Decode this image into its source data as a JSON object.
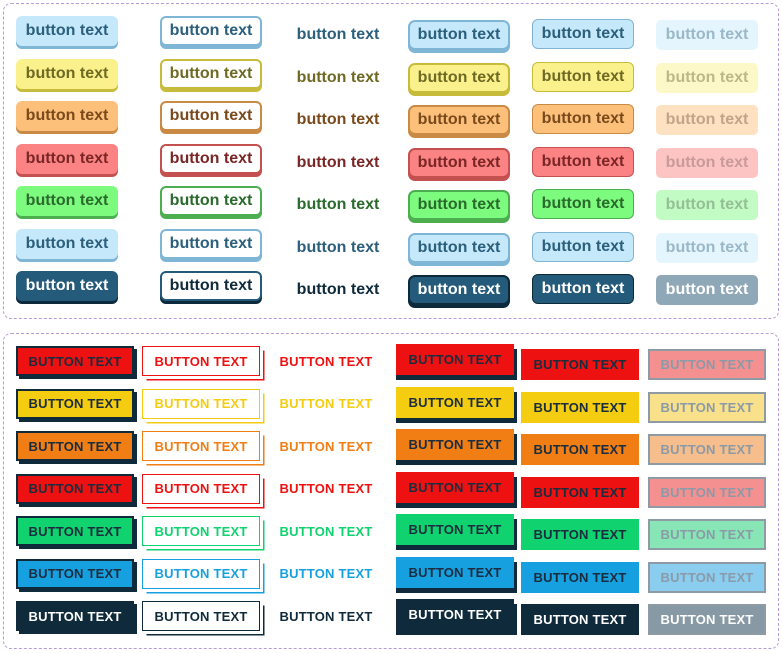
{
  "soft_label": "button text",
  "bold_label": "BUTTON TEXT",
  "soft_themes": [
    {
      "name": "light-blue",
      "fill": "#c6e8fb",
      "light": "#e5f5fd",
      "shadow": "#7fb6d6",
      "text": "#2b5f7c",
      "textlight": "#9ab8c8"
    },
    {
      "name": "yellow",
      "fill": "#fbf18c",
      "light": "#fdf8c8",
      "shadow": "#c7bb3c",
      "text": "#6e6a24",
      "textlight": "#bdb887"
    },
    {
      "name": "orange",
      "fill": "#fdc07a",
      "light": "#fde1c1",
      "shadow": "#c98a45",
      "text": "#7a4a1c",
      "textlight": "#c2a48a"
    },
    {
      "name": "red",
      "fill": "#fb8383",
      "light": "#fdc4c4",
      "shadow": "#c45050",
      "text": "#7a2626",
      "textlight": "#c99a9a"
    },
    {
      "name": "green",
      "fill": "#7cfb7e",
      "light": "#c3fbc4",
      "shadow": "#4cae4e",
      "text": "#2a6a2c",
      "textlight": "#94bf95"
    },
    {
      "name": "light-blue-2",
      "fill": "#c6e8fb",
      "light": "#e5f5fd",
      "shadow": "#7fb6d6",
      "text": "#2b5f7c",
      "textlight": "#9ab8c8"
    },
    {
      "name": "navy",
      "fill": "#245a7a",
      "light": "#8fa8b8",
      "shadow": "#0c2a3c",
      "text": "#ffffff",
      "textlight": "#ffffff",
      "textdark": "#0f2a3a"
    }
  ],
  "bold_themes": [
    {
      "name": "red",
      "fill": "#ee1111",
      "light": "#f59090",
      "text": "#1a2d3e"
    },
    {
      "name": "yellow",
      "fill": "#f4cc10",
      "light": "#f9e08a",
      "text": "#1a2d3e"
    },
    {
      "name": "orange",
      "fill": "#f07e15",
      "light": "#f5be8c",
      "text": "#1a2d3e"
    },
    {
      "name": "red-2",
      "fill": "#ee1111",
      "light": "#f59090",
      "text": "#1a2d3e"
    },
    {
      "name": "green",
      "fill": "#10d26e",
      "light": "#88e6b6",
      "text": "#1a2d3e"
    },
    {
      "name": "blue",
      "fill": "#17a0e0",
      "light": "#8bcdef",
      "text": "#1a2d3e"
    },
    {
      "name": "navy",
      "fill": "#0f2a3a",
      "light": "#8799a4",
      "text": "#ffffff"
    }
  ],
  "soft_styles": [
    "filled-raised",
    "outlined-raised",
    "text-only",
    "filled-bordered",
    "filled-thin-border",
    "faded"
  ],
  "bold_styles": [
    "filled-drop-shadow",
    "outlined-double",
    "text-only",
    "filled-offset-shadow",
    "filled-flat",
    "faded-bordered"
  ],
  "shadow_color": "#0f2a3a",
  "panel_border_color": "#b79ad8"
}
